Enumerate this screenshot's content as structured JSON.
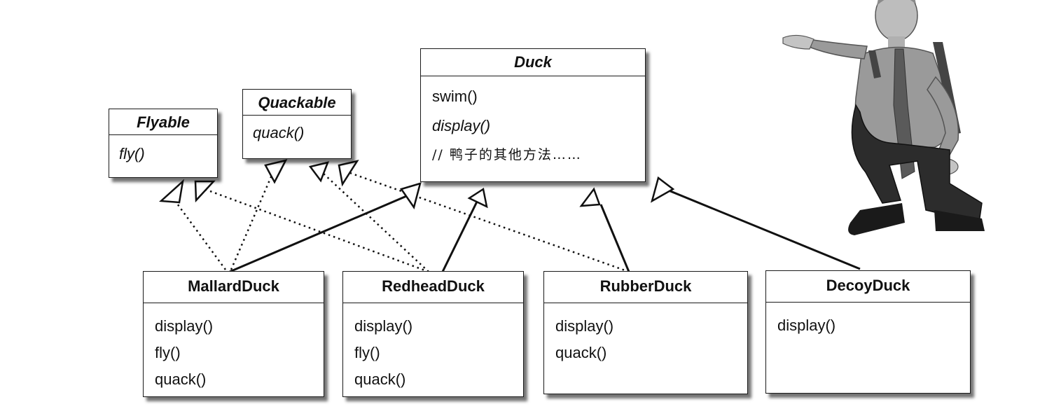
{
  "diagram": {
    "classes": {
      "duck": {
        "name": "Duck",
        "abstract": true,
        "methods": [
          {
            "text": "swim()",
            "italic": false
          },
          {
            "text": "display()",
            "italic": true
          },
          {
            "text": "// 鸭子的其他方法……",
            "italic": false
          }
        ]
      },
      "flyable": {
        "name": "Flyable",
        "interface": true,
        "methods": [
          {
            "text": "fly()",
            "italic": true
          }
        ]
      },
      "quackable": {
        "name": "Quackable",
        "interface": true,
        "methods": [
          {
            "text": "quack()",
            "italic": true
          }
        ]
      },
      "mallard": {
        "name": "MallardDuck",
        "methods": [
          {
            "text": "display()"
          },
          {
            "text": "fly()"
          },
          {
            "text": "quack()"
          }
        ]
      },
      "redhead": {
        "name": "RedheadDuck",
        "methods": [
          {
            "text": "display()"
          },
          {
            "text": "fly()"
          },
          {
            "text": "quack()"
          }
        ]
      },
      "rubber": {
        "name": "RubberDuck",
        "methods": [
          {
            "text": "display()"
          },
          {
            "text": "quack()"
          }
        ]
      },
      "decoy": {
        "name": "DecoyDuck",
        "methods": [
          {
            "text": "display()"
          }
        ]
      }
    },
    "relations": [
      {
        "from": "mallard",
        "to": "duck",
        "type": "inheritance"
      },
      {
        "from": "redhead",
        "to": "duck",
        "type": "inheritance"
      },
      {
        "from": "rubber",
        "to": "duck",
        "type": "inheritance"
      },
      {
        "from": "decoy",
        "to": "duck",
        "type": "inheritance"
      },
      {
        "from": "mallard",
        "to": "flyable",
        "type": "implements"
      },
      {
        "from": "redhead",
        "to": "flyable",
        "type": "implements"
      },
      {
        "from": "mallard",
        "to": "quackable",
        "type": "implements"
      },
      {
        "from": "redhead",
        "to": "quackable",
        "type": "implements"
      },
      {
        "from": "rubber",
        "to": "quackable",
        "type": "implements"
      }
    ],
    "colors": {
      "line": "#111111",
      "box_border": "#1a1a1a",
      "background": "#ffffff"
    }
  },
  "illustration": {
    "name": "presenter-photo",
    "description_icon": "man-presenting-icon"
  }
}
